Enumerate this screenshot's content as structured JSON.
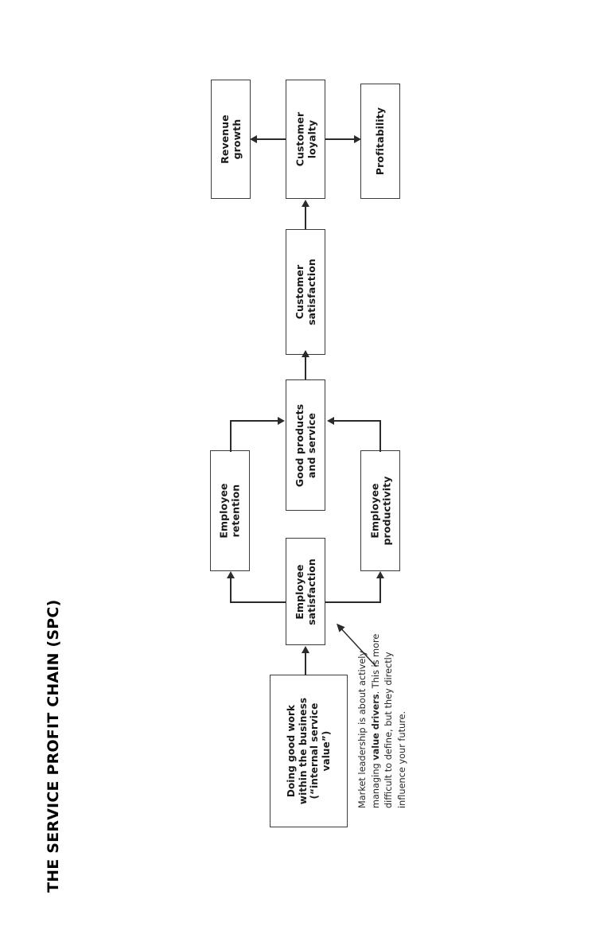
{
  "page": {
    "title": "THE SERVICE PROFIT CHAIN (SPC)",
    "background": "#ffffff",
    "ink": "#1a1a1a",
    "line_color": "#2b2b2b"
  },
  "diagram": {
    "type": "flow-diagram",
    "orientation": "rotated-90-counterclockwise",
    "nodes": [
      {
        "id": "revenue-growth",
        "label": "Revenue\ngrowth"
      },
      {
        "id": "customer-loyalty",
        "label": "Customer\nloyalty"
      },
      {
        "id": "profitability",
        "label": "Profitability"
      },
      {
        "id": "customer-satisfaction",
        "label": "Customer\nsatisfaction"
      },
      {
        "id": "good-products",
        "label": "Good products\nand service"
      },
      {
        "id": "employee-retention",
        "label": "Employee\nretention"
      },
      {
        "id": "employee-productivity",
        "label": "Employee\nproductivity"
      },
      {
        "id": "employee-satisfaction",
        "label": "Employee\nsatisfaction"
      },
      {
        "id": "internal-service-value",
        "label": "Doing good work\nwithin the business\n(“internal service\nvalue”)"
      }
    ],
    "edges": [
      {
        "from": "customer-loyalty",
        "to": "revenue-growth"
      },
      {
        "from": "customer-loyalty",
        "to": "profitability"
      },
      {
        "from": "customer-satisfaction",
        "to": "customer-loyalty"
      },
      {
        "from": "good-products",
        "to": "customer-satisfaction"
      },
      {
        "from": "employee-retention",
        "to": "good-products"
      },
      {
        "from": "employee-productivity",
        "to": "good-products"
      },
      {
        "from": "employee-satisfaction",
        "to": "employee-retention"
      },
      {
        "from": "employee-satisfaction",
        "to": "employee-productivity"
      },
      {
        "from": "internal-service-value",
        "to": "employee-satisfaction"
      }
    ]
  },
  "labels": {
    "revenue_growth_l1": "Revenue",
    "revenue_growth_l2": "growth",
    "customer_loyalty_l1": "Customer",
    "customer_loyalty_l2": "loyalty",
    "profitability": "Profitability",
    "customer_satisfaction_l1": "Customer",
    "customer_satisfaction_l2": "satisfaction",
    "good_products_l1": "Good products",
    "good_products_l2": "and service",
    "employee_retention_l1": "Employee",
    "employee_retention_l2": "retention",
    "employee_productivity_l1": "Employee",
    "employee_productivity_l2": "productivity",
    "employee_satisfaction_l1": "Employee",
    "employee_satisfaction_l2": "satisfaction",
    "internal_value_l1": "Doing good work",
    "internal_value_l2": "within the business",
    "internal_value_l3": "(“internal service",
    "internal_value_l4": "value”)"
  },
  "annotation": {
    "part1": "Market leadership is about actively managing ",
    "emphasis": "value drivers",
    "part2": ". This is more difficult to define, but they directly influence your future."
  }
}
